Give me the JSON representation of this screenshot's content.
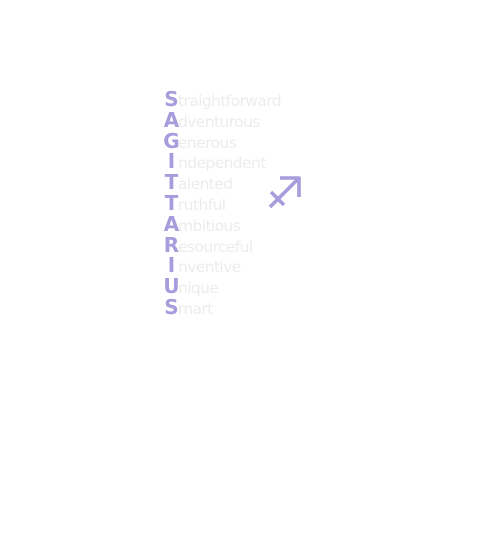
{
  "acrostic": {
    "rows": [
      {
        "initial": "S",
        "rest": "traightforward"
      },
      {
        "initial": "A",
        "rest": "dventurous"
      },
      {
        "initial": "G",
        "rest": "enerous"
      },
      {
        "initial": "I",
        "rest": "ndependent"
      },
      {
        "initial": "T",
        "rest": "alented"
      },
      {
        "initial": "T",
        "rest": "ruthful"
      },
      {
        "initial": "A",
        "rest": "mbitious"
      },
      {
        "initial": "R",
        "rest": "esourceful"
      },
      {
        "initial": "I",
        "rest": "nventive"
      },
      {
        "initial": "U",
        "rest": "nique"
      },
      {
        "initial": "S",
        "rest": "mart"
      }
    ]
  },
  "symbol": {
    "icon": "sagittarius-icon",
    "color": "#a79cdc"
  },
  "colors": {
    "initial": "#a79cdc",
    "rest": "#ececec",
    "background": "#ffffff"
  }
}
